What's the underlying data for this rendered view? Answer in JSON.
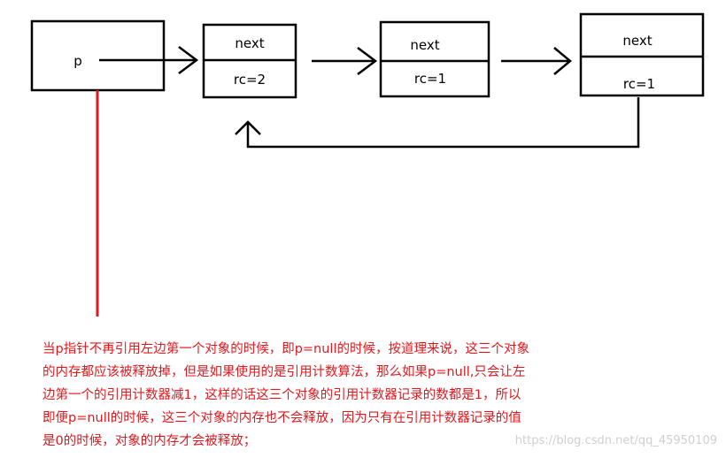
{
  "diagram": {
    "pointer_label": "p",
    "nodes": [
      {
        "top": "next",
        "bottom": "rc=2"
      },
      {
        "top": "next",
        "bottom": "rc=1"
      },
      {
        "top": "next",
        "bottom": "rc=1"
      }
    ]
  },
  "caption": {
    "lines": [
      "当p指针不再引用左边第一个对象的时候，即p=null的时候，按道理来说，这三个对象",
      "的内存都应该被释放掉，但是如果使用的是引用计数算法，那么如果p=null,只会让左",
      "边第一个的引用计数器减1，这样的话这三个对象的引用计数器记录的数都是1，所以",
      "即便p=null的时候，这三个对象的内存也不会释放，因为只有在引用计数器记录的值",
      "是0的时候，对象的内存才会被释放；"
    ]
  },
  "watermark": "https://blog.csdn.net/qq_45950109",
  "colors": {
    "stroke": "#000000",
    "pointer_line": "#e0191e",
    "caption_text": "#e0191e"
  }
}
